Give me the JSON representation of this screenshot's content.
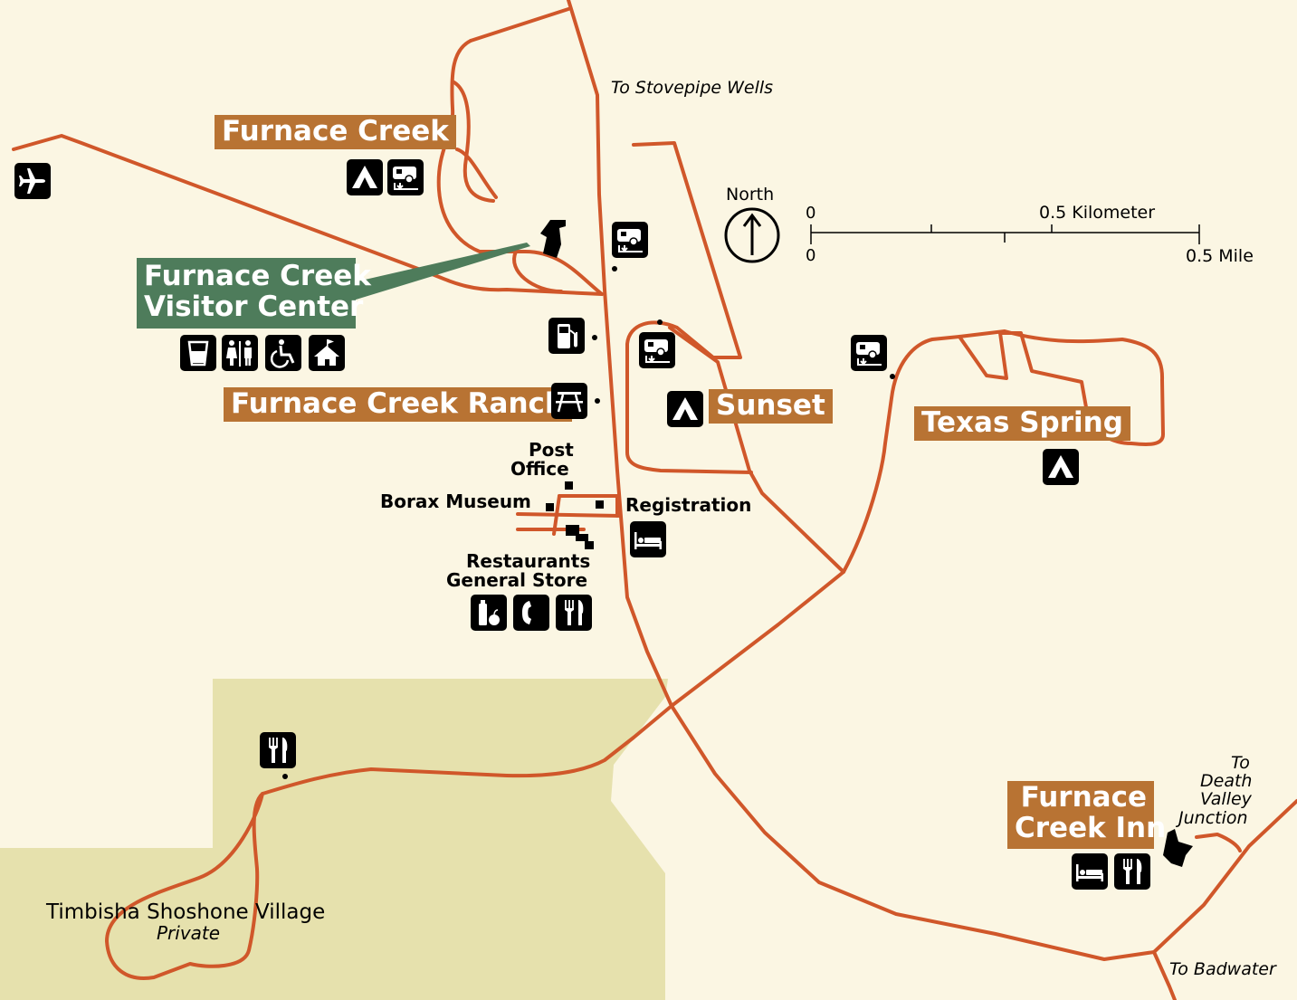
{
  "map": {
    "colors": {
      "background": "#fbf6e3",
      "tribal_land": "#e6e1ad",
      "road": "#d0572a",
      "label_orange": "#b87333",
      "label_green": "#4e7c5b"
    },
    "place_labels": {
      "furnace_creek": "Furnace Creek",
      "visitor_center_line1": "Furnace Creek",
      "visitor_center_line2": "Visitor Center",
      "furnace_creek_ranch": "Furnace Creek Ranch",
      "sunset": "Sunset",
      "texas_spring": "Texas Spring",
      "inn_line1": "Furnace",
      "inn_line2": "Creek Inn"
    },
    "text_labels": {
      "to_stovepipe": "To Stovepipe Wells",
      "post_office_line1": "Post",
      "post_office_line2": "Office",
      "borax_museum": "Borax Museum",
      "registration": "Registration",
      "restaurants": "Restaurants",
      "general_store": "General Store",
      "timbisha": "Timbisha Shoshone Village",
      "private": "Private",
      "to_djunction_1": "To",
      "to_djunction_2": "Death",
      "to_djunction_3": "Valley",
      "to_djunction_4": "Junction",
      "to_badwater": "To Badwater"
    },
    "north_arrow": {
      "label": "North"
    },
    "scale_bar": {
      "km_zero": "0",
      "km_label": "0.5 Kilometer",
      "mile_zero": "0",
      "mile_label": "0.5 Mile"
    },
    "icons": [
      "airport-icon",
      "campground-icon",
      "rv-dump-station-icon",
      "drinking-water-icon",
      "restrooms-icon",
      "wheelchair-accessible-icon",
      "ranger-station-icon",
      "gas-station-icon",
      "picnic-area-icon",
      "lodging-icon",
      "groceries-icon",
      "telephone-icon",
      "restaurant-icon",
      "visitor-center-building-icon",
      "inn-building-icon"
    ]
  }
}
